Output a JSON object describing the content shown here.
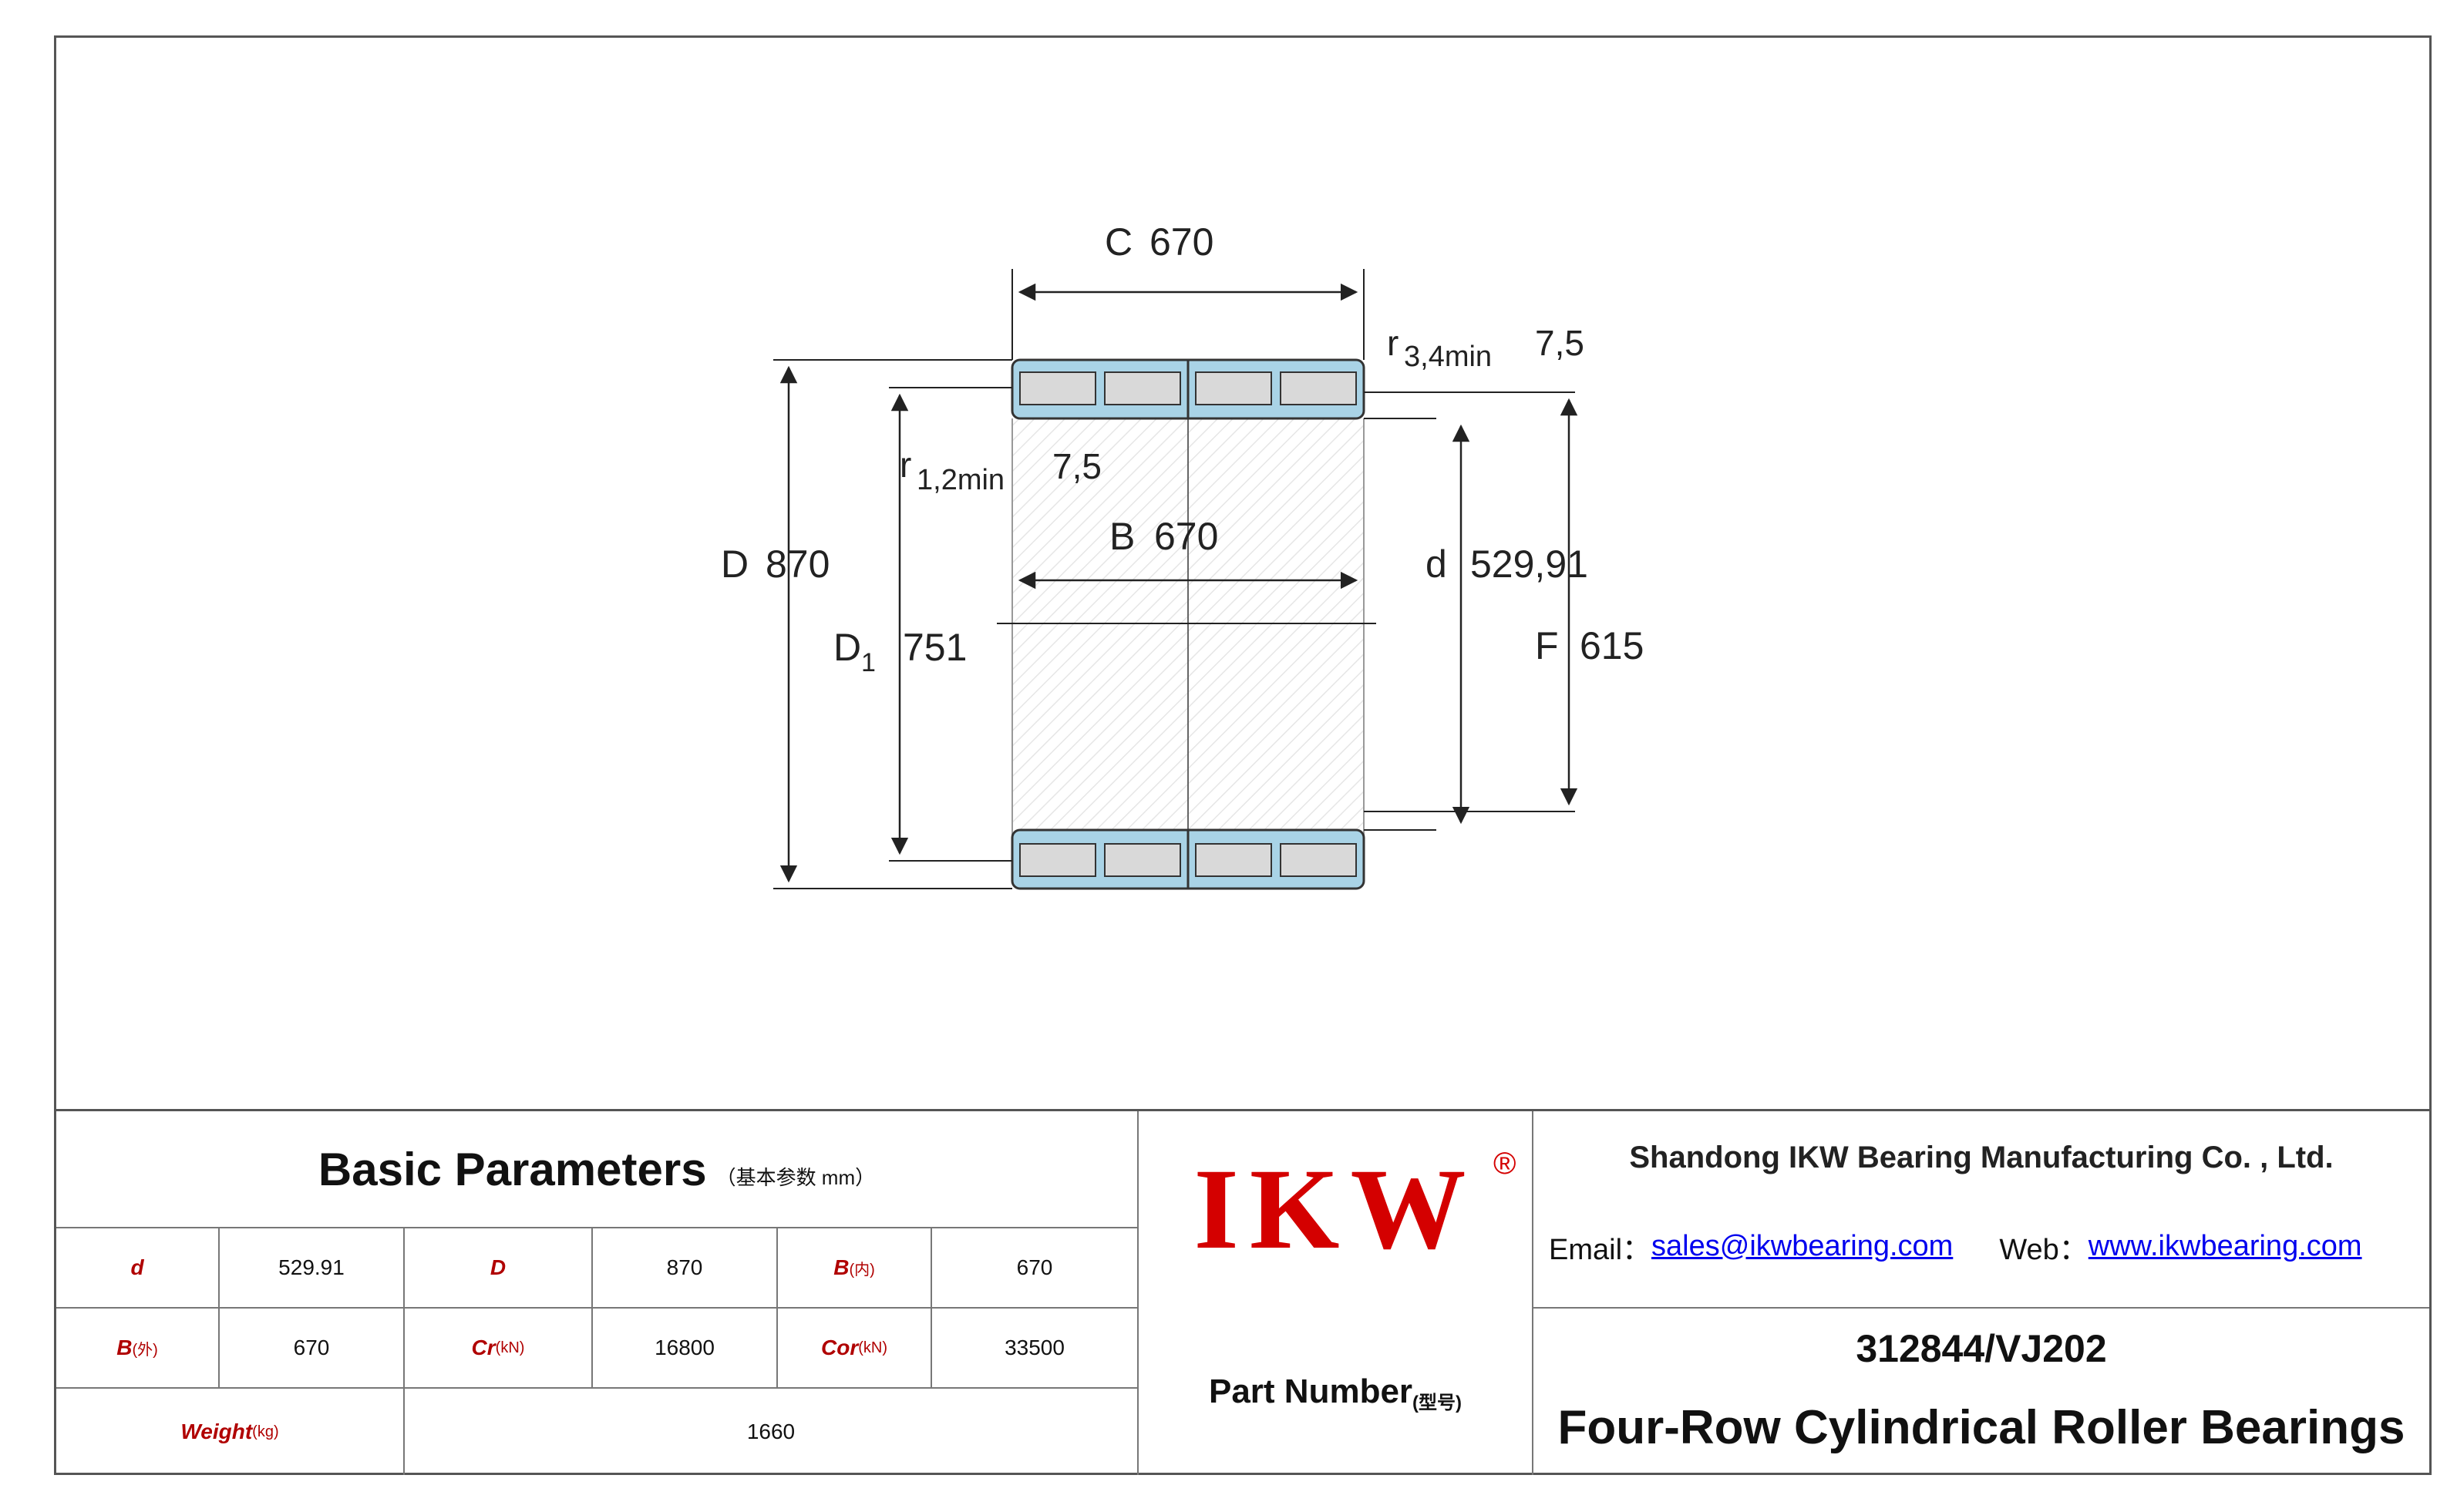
{
  "drawing": {
    "dimensions": {
      "C": {
        "symbol": "C",
        "value": "670"
      },
      "r34": {
        "symbol": "r",
        "sub": "3,4min",
        "value": "7,5"
      },
      "r12": {
        "symbol": "r",
        "sub": "1,2min",
        "value": "7,5"
      },
      "B": {
        "symbol": "B",
        "value": "670"
      },
      "D": {
        "symbol": "D",
        "value": "870"
      },
      "D1": {
        "symbol": "D",
        "sub": "1",
        "value": "751"
      },
      "d": {
        "symbol": "d",
        "value": "529,91"
      },
      "F": {
        "symbol": "F",
        "value": "615"
      }
    },
    "colors": {
      "ring": "#5aa3c0",
      "ring_light": "#a9d3e6",
      "roller": "#d9d9d9",
      "hatch": "#f2f2f2"
    }
  },
  "basic_parameters": {
    "title": "Basic Parameters",
    "subtitle": "（基本参数 mm）",
    "rows": [
      [
        {
          "label": "d",
          "sub": "",
          "value": "529.91"
        },
        {
          "label": "D",
          "sub": "",
          "value": "870"
        },
        {
          "label": "B",
          "sub": "(内)",
          "value": "670"
        }
      ],
      [
        {
          "label": "B",
          "sub": "(外)",
          "value": "670"
        },
        {
          "label": "Cr",
          "sub": "(kN)",
          "value": "16800"
        },
        {
          "label": "Cor",
          "sub": "(kN)",
          "value": "33500"
        }
      ]
    ],
    "weight": {
      "label": "Weight",
      "sub": "(kg)",
      "value": "1660"
    }
  },
  "logo": {
    "text": "IKW",
    "registered": "®",
    "color": "#d40000"
  },
  "company": {
    "name": "Shandong IKW Bearing Manufacturing Co. , Ltd.",
    "email_label": "Email：",
    "email": "sales@ikwbearing.com",
    "web_label": "Web：",
    "web": "www.ikwbearing.com"
  },
  "part": {
    "label": "Part Number",
    "label_sub": "(型号)",
    "number": "312844/VJ202",
    "type": "Four-Row Cylindrical Roller Bearings"
  }
}
